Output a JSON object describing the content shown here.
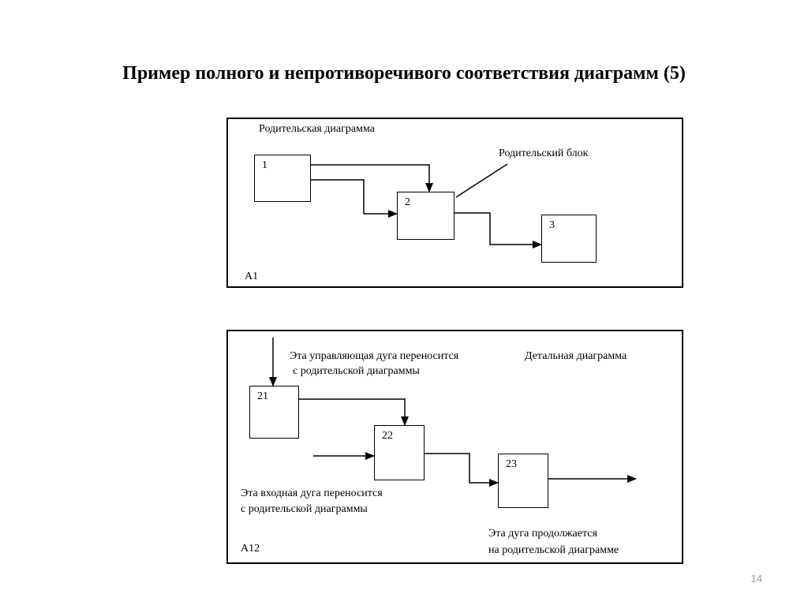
{
  "slide": {
    "title": "Пример полного и непротиворечивого соответствия диаграмм (5)",
    "page_number": "14"
  },
  "parent_diagram": {
    "heading": "Родительская диаграмма",
    "callout": "Родительский блок",
    "node_id": "A1",
    "boxes": [
      "1",
      "2",
      "3"
    ]
  },
  "detail_diagram": {
    "heading": "Детальная диаграмма",
    "node_id": "A12",
    "boxes": [
      "21",
      "22",
      "23"
    ],
    "notes": {
      "control_line1": "Эта управляющая дуга переносится",
      "control_line2": "с родительской диаграммы",
      "input_line1": "Эта входная дуга переносится",
      "input_line2": "с родительской диаграммы",
      "output_line1": "Эта дуга продолжается",
      "output_line2": "на родительской диаграмме"
    }
  }
}
